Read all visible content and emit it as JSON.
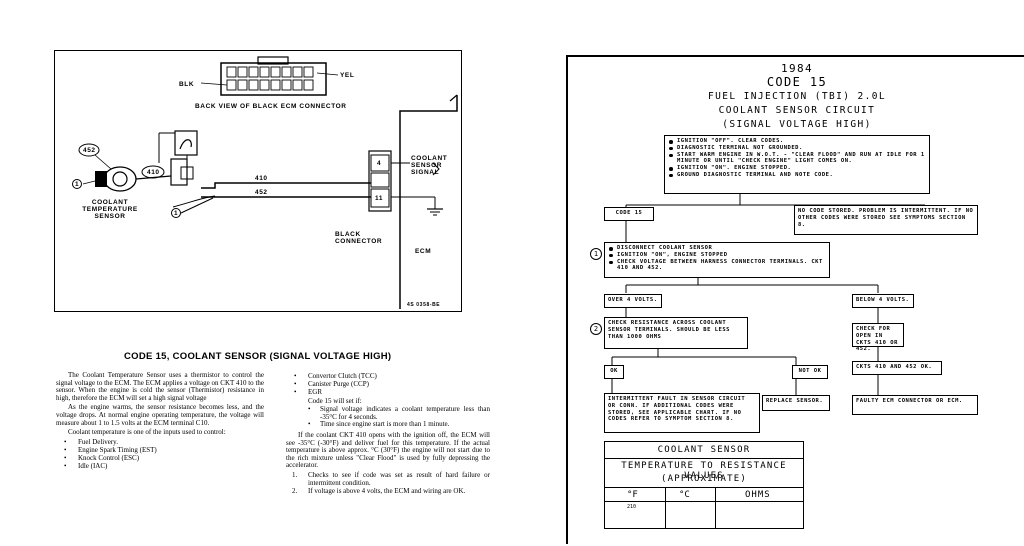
{
  "diagram": {
    "blk": "BLK",
    "yel": "YEL",
    "connector_caption": "BACK VIEW OF BLACK ECM CONNECTOR",
    "pin_452": "452",
    "pin_410": "410",
    "circle_1": "1",
    "sensor_label": [
      "COOLANT",
      "TEMPERATURE",
      "SENSOR"
    ],
    "wire_410": "410",
    "wire_452": "452",
    "terminal_top": "4",
    "terminal_bottom": "11",
    "coolant_sensor_signal": [
      "COOLANT",
      "SENSOR",
      "SIGNAL"
    ],
    "black_connector": [
      "BLACK",
      "CONNECTOR"
    ],
    "ecm": "ECM",
    "part_number": "4S 0358-BE"
  },
  "left": {
    "title": "CODE 15, COOLANT SENSOR (SIGNAL VOLTAGE HIGH)",
    "p1": "The Coolant Temperature Sensor uses a thermistor to control the signal voltage to the ECM. The ECM applies a voltage on CKT 410 to the sensor. When the engine is cold the sensor (Thermistor) resistance in high, therefore the ECM will set a high signal voltage",
    "p2": "As the engine warms, the sensor resistance becomes less, and the voltage drops. At normal engine operating temperature, the voltage will measure about 1 to 1.5 volts at the ECM terminal C10.",
    "p3": "Coolant temperature is one of the inputs used to control:",
    "inputs": [
      "Fuel Delivery.",
      "Engine Spark Timing (EST)",
      "Knock Control (ESC)",
      "Idle (IAC)"
    ],
    "inputs2": [
      "Convertor Clutch (TCC)",
      "Canister Purge (CCP)",
      "EGR"
    ],
    "set_if": "Code 15 will set if:",
    "conditions": [
      "Signal voltage indicates a coolant temperature less than -35°C for 4 seconds.",
      "Time since engine start is more than 1 minute."
    ],
    "p4": "If the coolant CKT 410 opens with the ignition off, the ECM will see -35°C (-30°F) and deliver fuel for this temperature. If the actual temperature is above approx. °C (30°F) the engine will not start due to the rich mixture unless \"Clear Flood\" is used by fully depressing the accelerator.",
    "steps": [
      {
        "n": "1.",
        "text": "Checks to see if code was set as result of hard failure or intermittent condition."
      },
      {
        "n": "2.",
        "text": "If voltage is above 4 volts, the ECM and wiring are OK."
      }
    ]
  },
  "right": {
    "year": "1984",
    "code": "CODE 15",
    "system": "FUEL INJECTION (TBI) 2.0L",
    "circuit": "COOLANT SENSOR CIRCUIT",
    "condition": "(SIGNAL VOLTAGE HIGH)",
    "start_steps": [
      "IGNITION \"OFF\". CLEAR CODES.",
      "DIAGNOSTIC TERMINAL NOT GROUNDED.",
      "START WARM ENGINE IN W.O.T. - \"CLEAR FLOOD\" AND RUN AT IDLE FOR 1 MINUTE OR UNTIL \"CHECK ENGINE\" LIGHT COMES ON.",
      "IGNITION \"ON\". ENGINE STOPPED.",
      "GROUND DIAGNOSTIC TERMINAL AND NOTE CODE."
    ],
    "code15_box": "CODE 15",
    "no_code_box": "NO CODE STORED. PROBLEM IS INTERMITTENT. IF NO OTHER CODES WERE STORED SEE SYMPTOMS SECTION 8.",
    "step1_num": "1",
    "step1": [
      "DISCONNECT COOLANT SENSOR",
      "IGNITION \"ON\", ENGINE STOPPED",
      "CHECK VOLTAGE BETWEEN HARNESS CONNECTOR TERMINALS. CKT 410 AND 452."
    ],
    "over_4": "OVER 4 VOLTS.",
    "below_4": "BELOW 4 VOLTS.",
    "step2_num": "2",
    "step2": "CHECK RESISTANCE ACROSS COOLANT SENSOR TERMINALS. SHOULD BE LESS THAN 1000 OHMS",
    "check_open": "CHECK FOR OPEN IN CKTS 410 OR 452.",
    "ckts_ok": "CKTS 410 AND 452 OK.",
    "ok": "OK",
    "not_ok": "NOT OK",
    "intermittent": "INTERMITTENT FAULT IN SENSOR CIRCUIT OR CONN. IF ADDITIONAL CODES WERE STORED, SEE APPLICABLE CHART. IF NO CODES REFER TO SYMPTOM SECTION 8.",
    "replace": "REPLACE SENSOR.",
    "faulty_ecm": "FAULTY ECM CONNECTOR OR ECM.",
    "table_title": "COOLANT SENSOR",
    "table_subtitle": "TEMPERATURE TO RESISTANCE VALUES",
    "table_approx": "(APPROXIMATE)",
    "col_f": "°F",
    "col_c": "°C",
    "col_ohms": "OHMS",
    "first_row": "210"
  }
}
